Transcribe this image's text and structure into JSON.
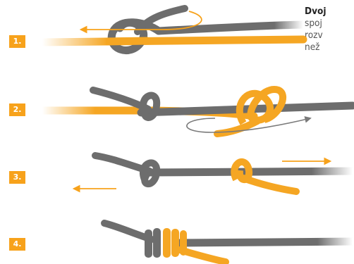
{
  "steps": [
    {
      "label": "1."
    },
    {
      "label": "2."
    },
    {
      "label": "3."
    },
    {
      "label": "4."
    }
  ],
  "caption": {
    "title": "Dvoj",
    "lines": [
      "spoj",
      "rozv",
      "než"
    ]
  },
  "colors": {
    "accent": "#f7a21b",
    "rope_orange": "#f5a623",
    "rope_gray": "#6d6d6d",
    "arrow_gray": "#7a7a7a"
  }
}
